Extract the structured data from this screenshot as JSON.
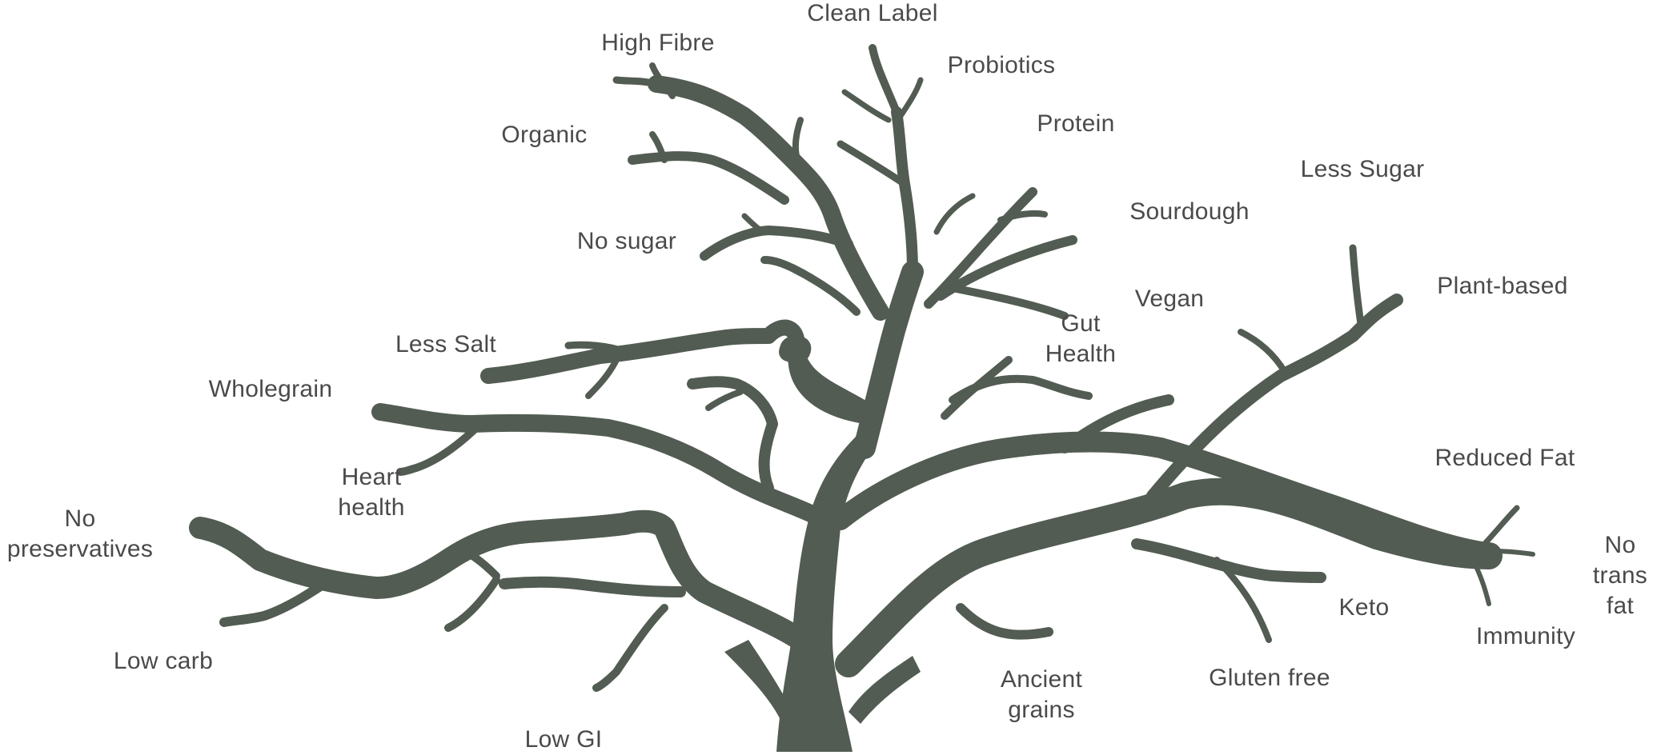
{
  "colors": {
    "tree": "#525c52",
    "text": "#4a4a4a",
    "background": "#ffffff"
  },
  "labels": {
    "clean_label": "Clean Label",
    "high_fibre": "High Fibre",
    "probiotics": "Probiotics",
    "organic": "Organic",
    "protein": "Protein",
    "less_sugar": "Less Sugar",
    "sourdough": "Sourdough",
    "no_sugar": "No sugar",
    "vegan": "Vegan",
    "plant_based": "Plant-based",
    "gut_health_1": "Gut",
    "gut_health_2": "Health",
    "less_salt": "Less Salt",
    "wholegrain": "Wholegrain",
    "heart_health_1": "Heart",
    "heart_health_2": "health",
    "reduced_fat": "Reduced Fat",
    "no_preservatives_1": "No",
    "no_preservatives_2": "preservatives",
    "no_trans_fat_1": "No trans",
    "no_trans_fat_2": "fat",
    "keto": "Keto",
    "immunity": "Immunity",
    "low_carb": "Low carb",
    "gluten_free": "Gluten free",
    "ancient_grains_1": "Ancient",
    "ancient_grains_2": "grains",
    "low_gi": "Low GI"
  }
}
